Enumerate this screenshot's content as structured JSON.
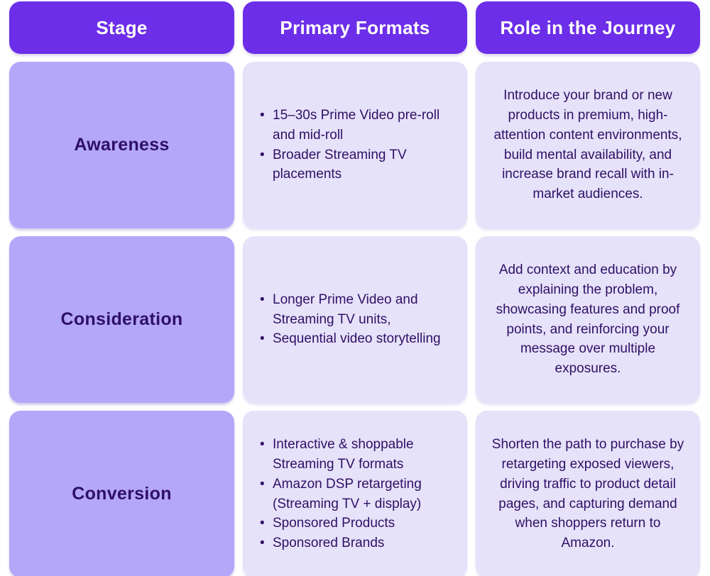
{
  "colors": {
    "header_bg": "#6C2EE8",
    "stage_cell_bg": "#B4A7FA",
    "content_cell_bg": "#E6E2FA",
    "header_text": "#FFFFFF",
    "body_text": "#2E1065",
    "page_bg": "#FFFFFF"
  },
  "table": {
    "headers": [
      "Stage",
      "Primary Formats",
      "Role in the Journey"
    ],
    "rows": [
      {
        "stage": "Awareness",
        "formats": [
          "15–30s Prime Video pre-roll and mid-roll",
          "Broader Streaming TV placements"
        ],
        "role": "Introduce your brand or new products in premium, high-attention content environments, build mental availability, and increase brand recall with in-market audiences."
      },
      {
        "stage": "Consideration",
        "formats": [
          "Longer Prime Video and Streaming TV units,",
          "Sequential video storytelling"
        ],
        "role": "Add context and education by explaining the problem, showcasing features and proof points, and reinforcing your message over multiple exposures."
      },
      {
        "stage": "Conversion",
        "formats": [
          "Interactive & shoppable Streaming TV formats",
          "Amazon DSP retargeting (Streaming TV + display)",
          "Sponsored Products",
          "Sponsored Brands"
        ],
        "role": "Shorten the path to purchase by retargeting exposed viewers, driving traffic to product detail pages, and capturing demand when shoppers return to Amazon."
      }
    ]
  }
}
